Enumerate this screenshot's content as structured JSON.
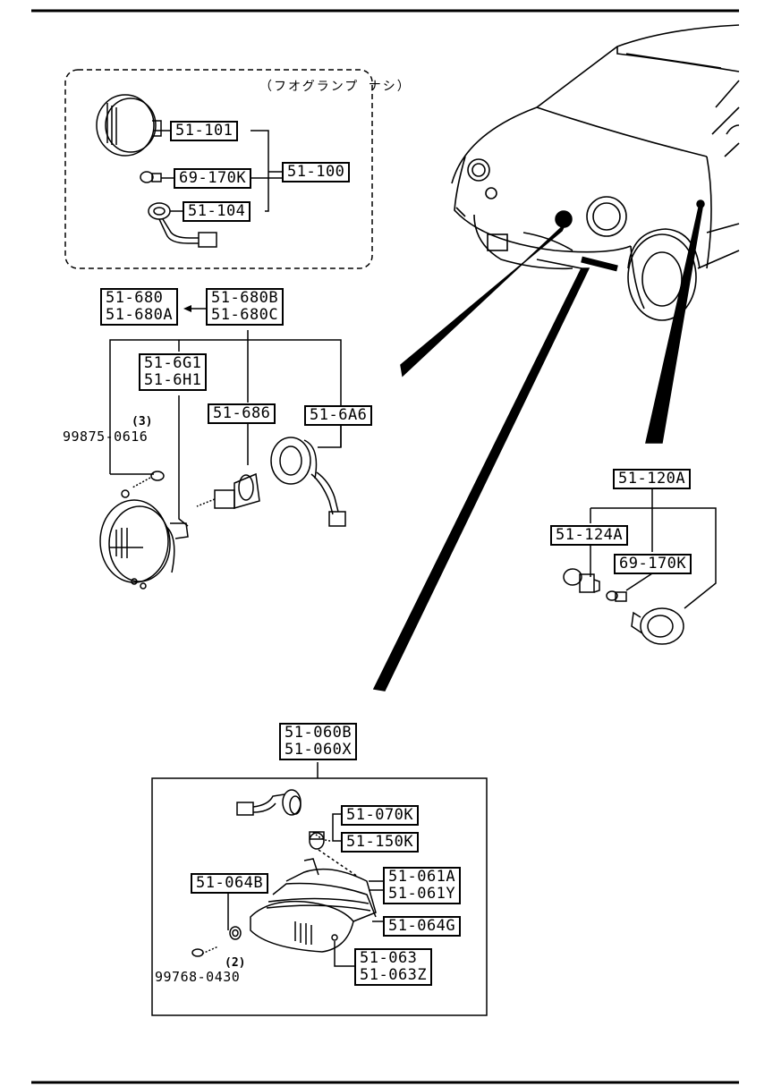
{
  "fog_option_note": "（フオグランプ ナシ）",
  "fog_group": {
    "assembly": "51-100",
    "lamp": "51-101",
    "bulb": "69-170K",
    "socket": "51-104"
  },
  "fog_lamp": {
    "assembly": [
      "51-680",
      "51-680A"
    ],
    "assembly_alt": [
      "51-680B",
      "51-680C"
    ],
    "unit": [
      "51-6G1",
      "51-6H1"
    ],
    "bulb": "51-686",
    "socket": "51-6A6",
    "screw": {
      "part": "99875-0616",
      "qty": "(3)"
    }
  },
  "side_marker": {
    "assembly": "51-120A",
    "lens": "51-124A",
    "bulb": "69-170K"
  },
  "front_turn": {
    "assembly": [
      "51-060B",
      "51-060X"
    ],
    "bulb": "51-070K",
    "socket": "51-150K",
    "housing": [
      "51-061A",
      "51-061Y"
    ],
    "screw_part": "51-064B",
    "gasket": "51-064G",
    "lens": [
      "51-063",
      "51-063Z"
    ],
    "screw": {
      "part": "99768-0430",
      "qty": "(2)"
    }
  }
}
